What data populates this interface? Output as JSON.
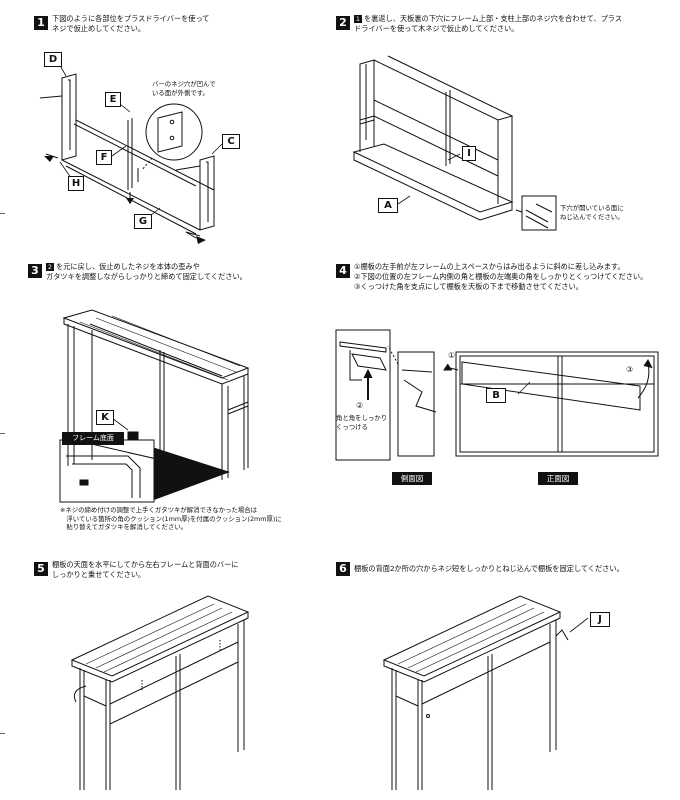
{
  "steps": [
    {
      "n": "1",
      "lines": [
        "下図のように各部位をプラスドライバーを使って",
        "ネジで仮止めしてください。"
      ]
    },
    {
      "n": "2",
      "ref": "1",
      "lines": [
        "を裏返し、天板裏の下穴にフレーム上部・支柱上部のネジ穴を合わせて、プラス",
        "ドライバーを使って木ネジで仮止めしてください。"
      ]
    },
    {
      "n": "3",
      "ref": "2",
      "lines": [
        "を元に戻し、仮止めしたネジを本体の歪みや",
        "ガタツキを調整しながらしっかりと締めて固定してください。"
      ]
    },
    {
      "n": "4",
      "lines": [
        "①棚板の左手前が左フレームの上スペースからはみ出るように斜めに差し込みます。",
        "②下図の位置の左フレーム内側の角と棚板の左端奥の角をしっかりとくっつけてください。",
        "③くっつけた角を支点にして棚板を天板の下まで移動させてください。"
      ]
    },
    {
      "n": "5",
      "lines": [
        "棚板の天面を水平にしてから左右フレームと背面のバーに",
        "しっかりと乗せてください。"
      ]
    },
    {
      "n": "6",
      "lines": [
        "棚板の背面2か所の穴からネジ短をしっかりとねじ込んで棚板を固定してください。"
      ]
    }
  ],
  "labels": {
    "D": "D",
    "E": "E",
    "F": "F",
    "C": "C",
    "H": "H",
    "G": "G",
    "I": "I",
    "A": "A",
    "K": "K",
    "B": "B",
    "J": "J"
  },
  "callouts": {
    "bar_note": [
      "バーのネジ穴が凹んで",
      "いる面が外側です。"
    ],
    "hole_note": [
      "下穴が開いている面に",
      "ねじ込んでください。"
    ],
    "frame_bottom": "フレーム底面",
    "cushion_note": [
      "※ネジの締め付けの調整で上手くガタツキが解消できなかった場合は",
      "　浮いている箇所の角のクッション(1mm厚)を付属のクッション(2mm厚)に",
      "　貼り替えてガタツキを解消してください。"
    ],
    "corner_note": [
      "角と角をしっかり",
      "くっつける"
    ],
    "mark1": "①",
    "mark2": "②",
    "mark3": "③",
    "side_view": "側面図",
    "front_view": "正面図"
  }
}
